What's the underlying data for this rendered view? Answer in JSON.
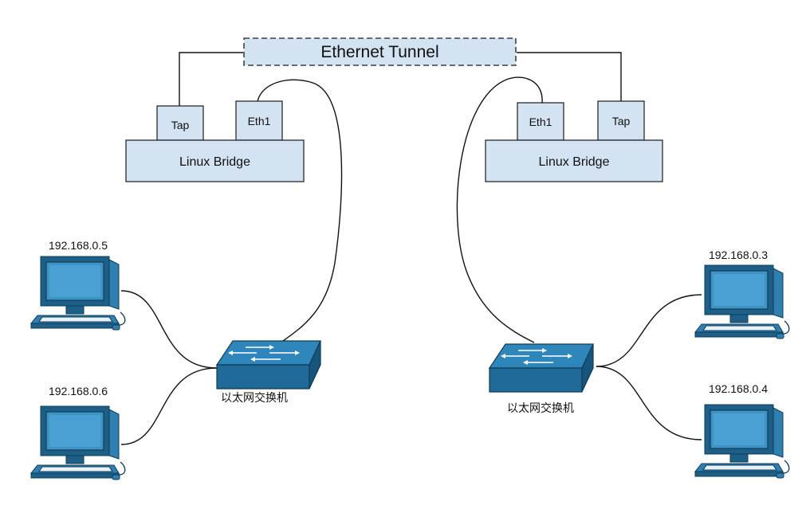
{
  "tunnel": {
    "label": "Ethernet Tunnel"
  },
  "bridges": [
    {
      "label": "Linux Bridge",
      "ports": [
        "Tap",
        "Eth1"
      ]
    },
    {
      "label": "Linux Bridge",
      "ports": [
        "Eth1",
        "Tap"
      ]
    }
  ],
  "switches": [
    {
      "label": "以太网交换机"
    },
    {
      "label": "以太网交换机"
    }
  ],
  "hosts": [
    {
      "ip": "192.168.0.5"
    },
    {
      "ip": "192.168.0.6"
    },
    {
      "ip": "192.168.0.3"
    },
    {
      "ip": "192.168.0.4"
    }
  ],
  "colors": {
    "box_fill": "#d4e3f2",
    "device_blue": "#2f7fb0",
    "line": "#111111"
  }
}
